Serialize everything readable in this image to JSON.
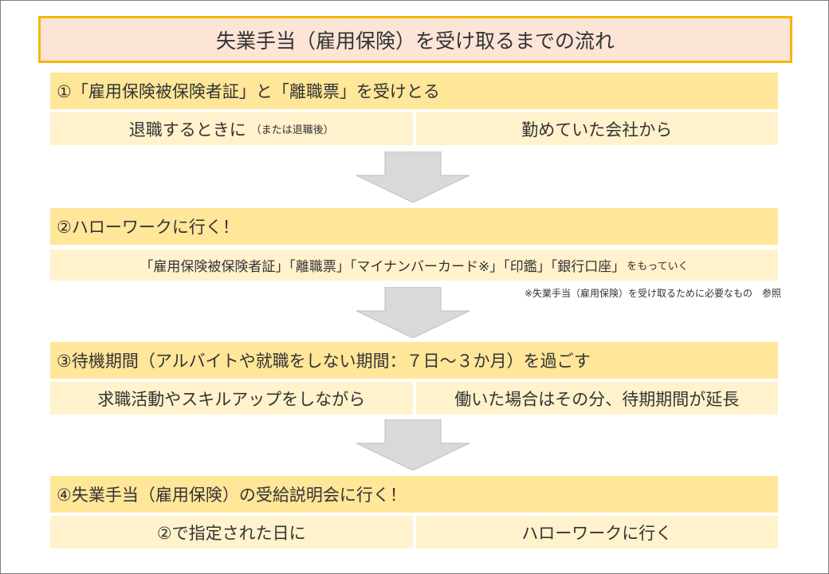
{
  "title": "失業手当（雇用保険）を受け取るまでの流れ",
  "steps": [
    {
      "header": "①「雇用保険被保険者証」と「離職票」を受けとる",
      "cells": [
        {
          "text": "退職するときに",
          "small": "（または退職後）"
        },
        {
          "text": "勤めていた会社から",
          "small": ""
        }
      ]
    },
    {
      "header": "②ハローワークに行く！",
      "full_text": "「雇用保険被保険者証」「離職票」「マイナンバーカード※」「印鑑」「銀行口座」",
      "full_small": "をもっていく"
    },
    {
      "header": "③待機期間（アルバイトや就職をしない期間：７日〜３か月）を過ごす",
      "cells": [
        {
          "text": "求職活動やスキルアップをしながら",
          "small": ""
        },
        {
          "text": "働いた場合はその分、待期期間が延長",
          "small": ""
        }
      ]
    },
    {
      "header": "④失業手当（雇用保険）の受給説明会に行く！",
      "cells": [
        {
          "text": "②で指定された日に",
          "small": ""
        },
        {
          "text": "ハローワークに行く",
          "small": ""
        }
      ]
    }
  ],
  "note": "※失業手当（雇用保険）を受け取るために必要なもの　参照",
  "colors": {
    "title_bg": "#fce4d6",
    "title_border": "#f2b705",
    "header_bg": "#ffe699",
    "cell_bg": "#fff2cc",
    "arrow_fill": "#d9d9d9",
    "text": "#333333"
  }
}
